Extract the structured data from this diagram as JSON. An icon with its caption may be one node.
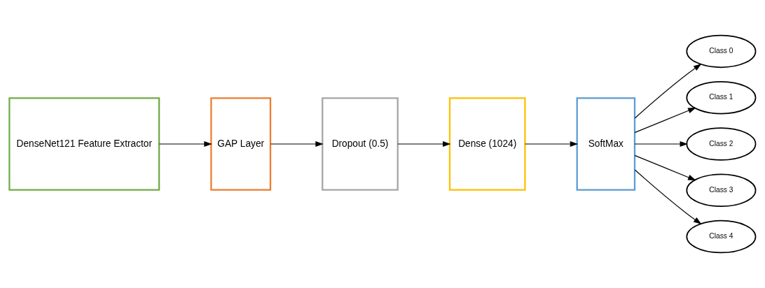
{
  "diagram": {
    "nodes": [
      {
        "text": [
          "DenseNet121 Feature Extractor"
        ]
      },
      {
        "text": [
          "GAP Layer"
        ]
      },
      {
        "text": [
          "Dropout (0.5)"
        ]
      },
      {
        "text": [
          "Dense (1024)"
        ]
      },
      {
        "text": [
          "SoftMax"
        ]
      },
      {
        "text": [
          "Class 0"
        ]
      },
      {
        "text": [
          "Class 1"
        ]
      },
      {
        "text": [
          "Class 2"
        ]
      },
      {
        "text": [
          "Class 3"
        ]
      },
      {
        "text": [
          "Class 4"
        ]
      }
    ],
    "edges": [
      {
        "from": 0,
        "to": 1,
        "arrow": "to"
      },
      {
        "from": 1,
        "to": 2,
        "arrow": "to"
      },
      {
        "from": 2,
        "to": 3,
        "arrow": "to"
      },
      {
        "from": 3,
        "to": 4,
        "arrow": "to"
      },
      {
        "from": 4,
        "to": 5,
        "arrow": "to"
      },
      {
        "from": 4,
        "to": 6,
        "arrow": "to"
      },
      {
        "from": 4,
        "to": 7,
        "arrow": "to"
      },
      {
        "from": 4,
        "to": 8,
        "arrow": "to"
      },
      {
        "from": 4,
        "to": 9,
        "arrow": "to"
      }
    ]
  }
}
